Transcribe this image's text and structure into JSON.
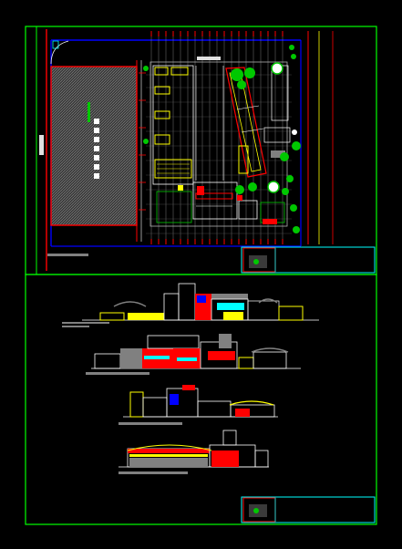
{
  "drawing": {
    "background": "#000000",
    "colors": {
      "frame": "#00ff00",
      "titleblock": "#00ffff",
      "red": "#ff0000",
      "yellow": "#ffff00",
      "blue": "#0000ff",
      "white": "#ffffff",
      "gray": "#808080",
      "green": "#00c800",
      "magenta": "#ff00ff"
    },
    "sheets": [
      {
        "id": "sheet-plan",
        "content": "site-plan"
      },
      {
        "id": "sheet-elevations",
        "content": "elevations",
        "count": 4
      }
    ]
  }
}
